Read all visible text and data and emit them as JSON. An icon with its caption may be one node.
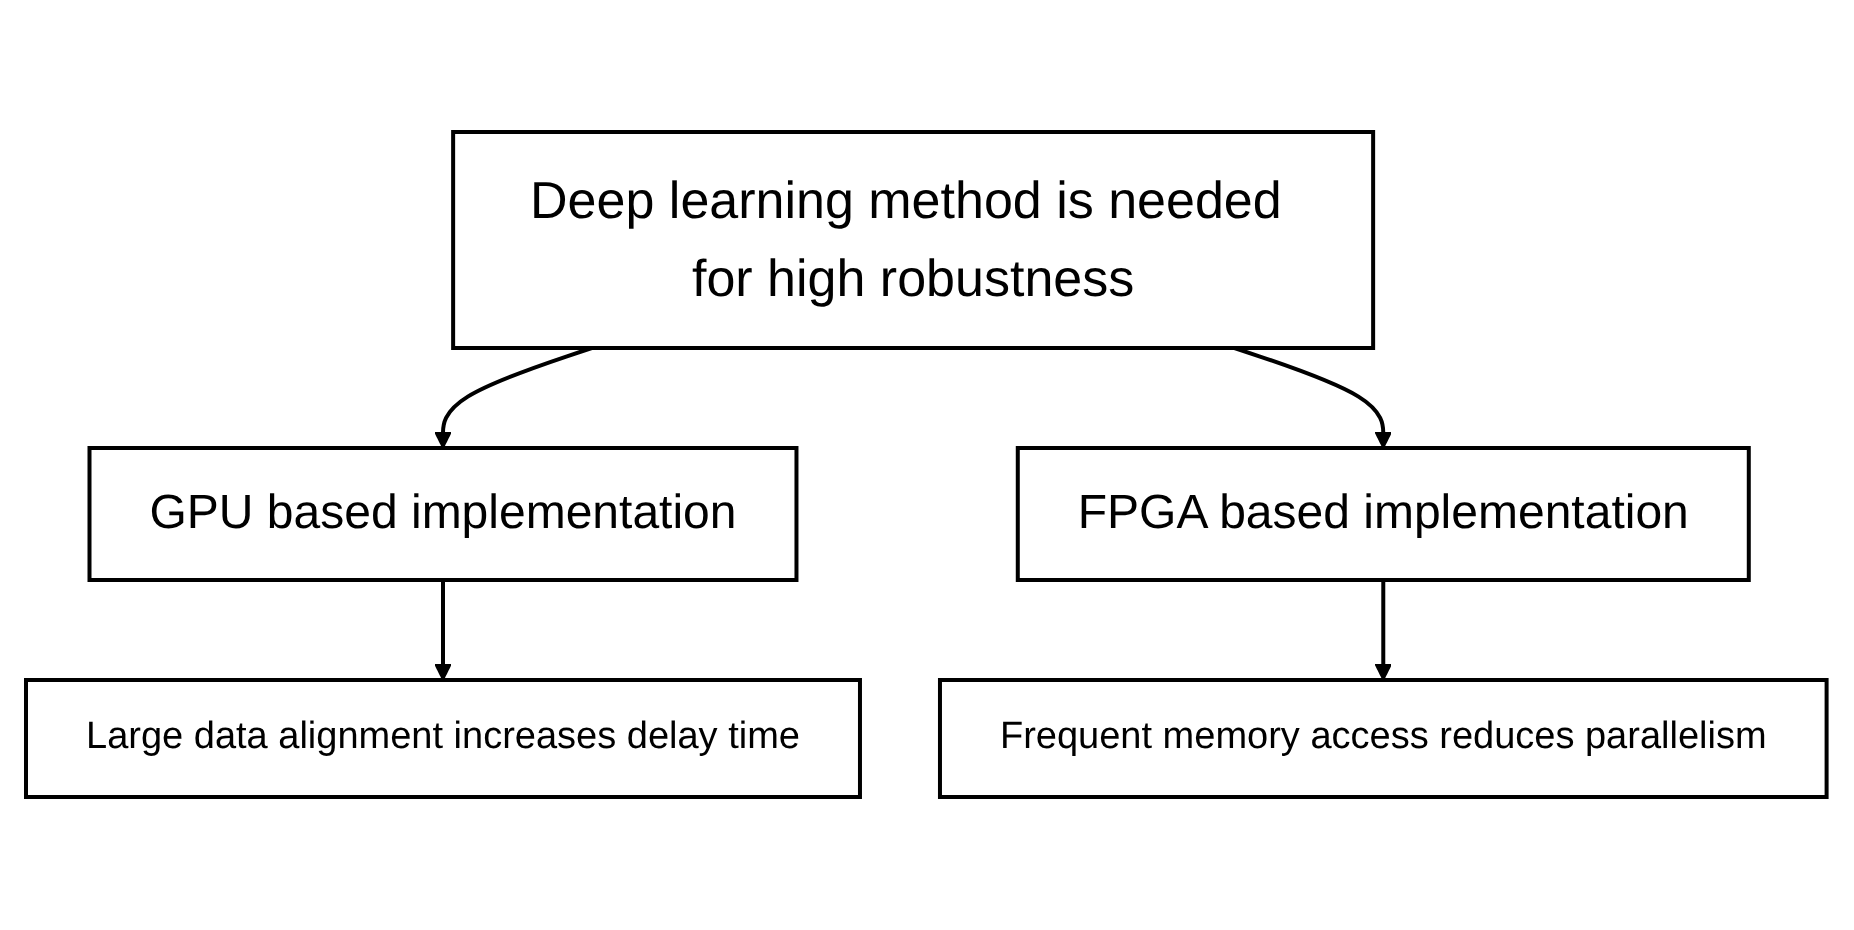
{
  "diagram": {
    "nodes": [
      {
        "text": [
          "Deep learning method is needed for high robustness"
        ]
      },
      {
        "text": [
          "GPU based implementation"
        ]
      },
      {
        "text": [
          "FPGA based implementation"
        ]
      },
      {
        "text": [
          "Large data alignment increases delay time"
        ]
      },
      {
        "text": [
          "Frequent memory access reduces parallelism"
        ]
      }
    ],
    "edges": [
      {
        "from": 0,
        "to": 1,
        "arrow": "to"
      },
      {
        "from": 0,
        "to": 2,
        "arrow": "to"
      },
      {
        "from": 1,
        "to": 3,
        "arrow": "to"
      },
      {
        "from": 2,
        "to": 4,
        "arrow": "to"
      }
    ]
  }
}
